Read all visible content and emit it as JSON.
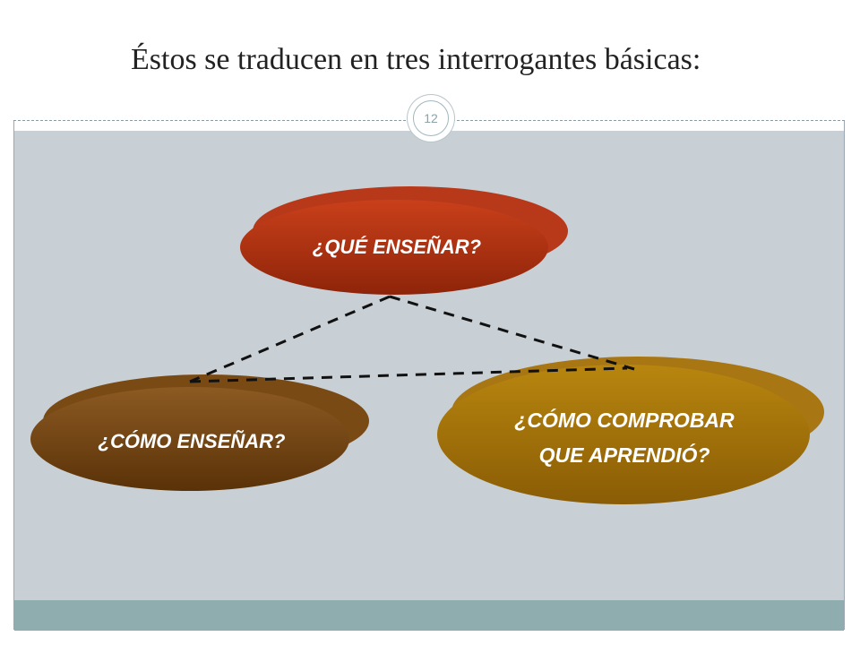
{
  "slide": {
    "title": "Éstos se traducen en tres interrogantes básicas:",
    "number": "12"
  },
  "diagram": {
    "nodes": {
      "what": {
        "label": "¿QUÉ ENSEÑAR?",
        "color": "#9b2a10"
      },
      "how": {
        "label": "¿CÓMO ENSEÑAR?",
        "color": "#6b3f10"
      },
      "check": {
        "line1": "¿CÓMO COMPROBAR",
        "line2": "QUE APRENDIÓ?",
        "color": "#9a6a08"
      }
    }
  },
  "colors": {
    "panel": "#c8d0d6",
    "footer": "#8fadae"
  }
}
